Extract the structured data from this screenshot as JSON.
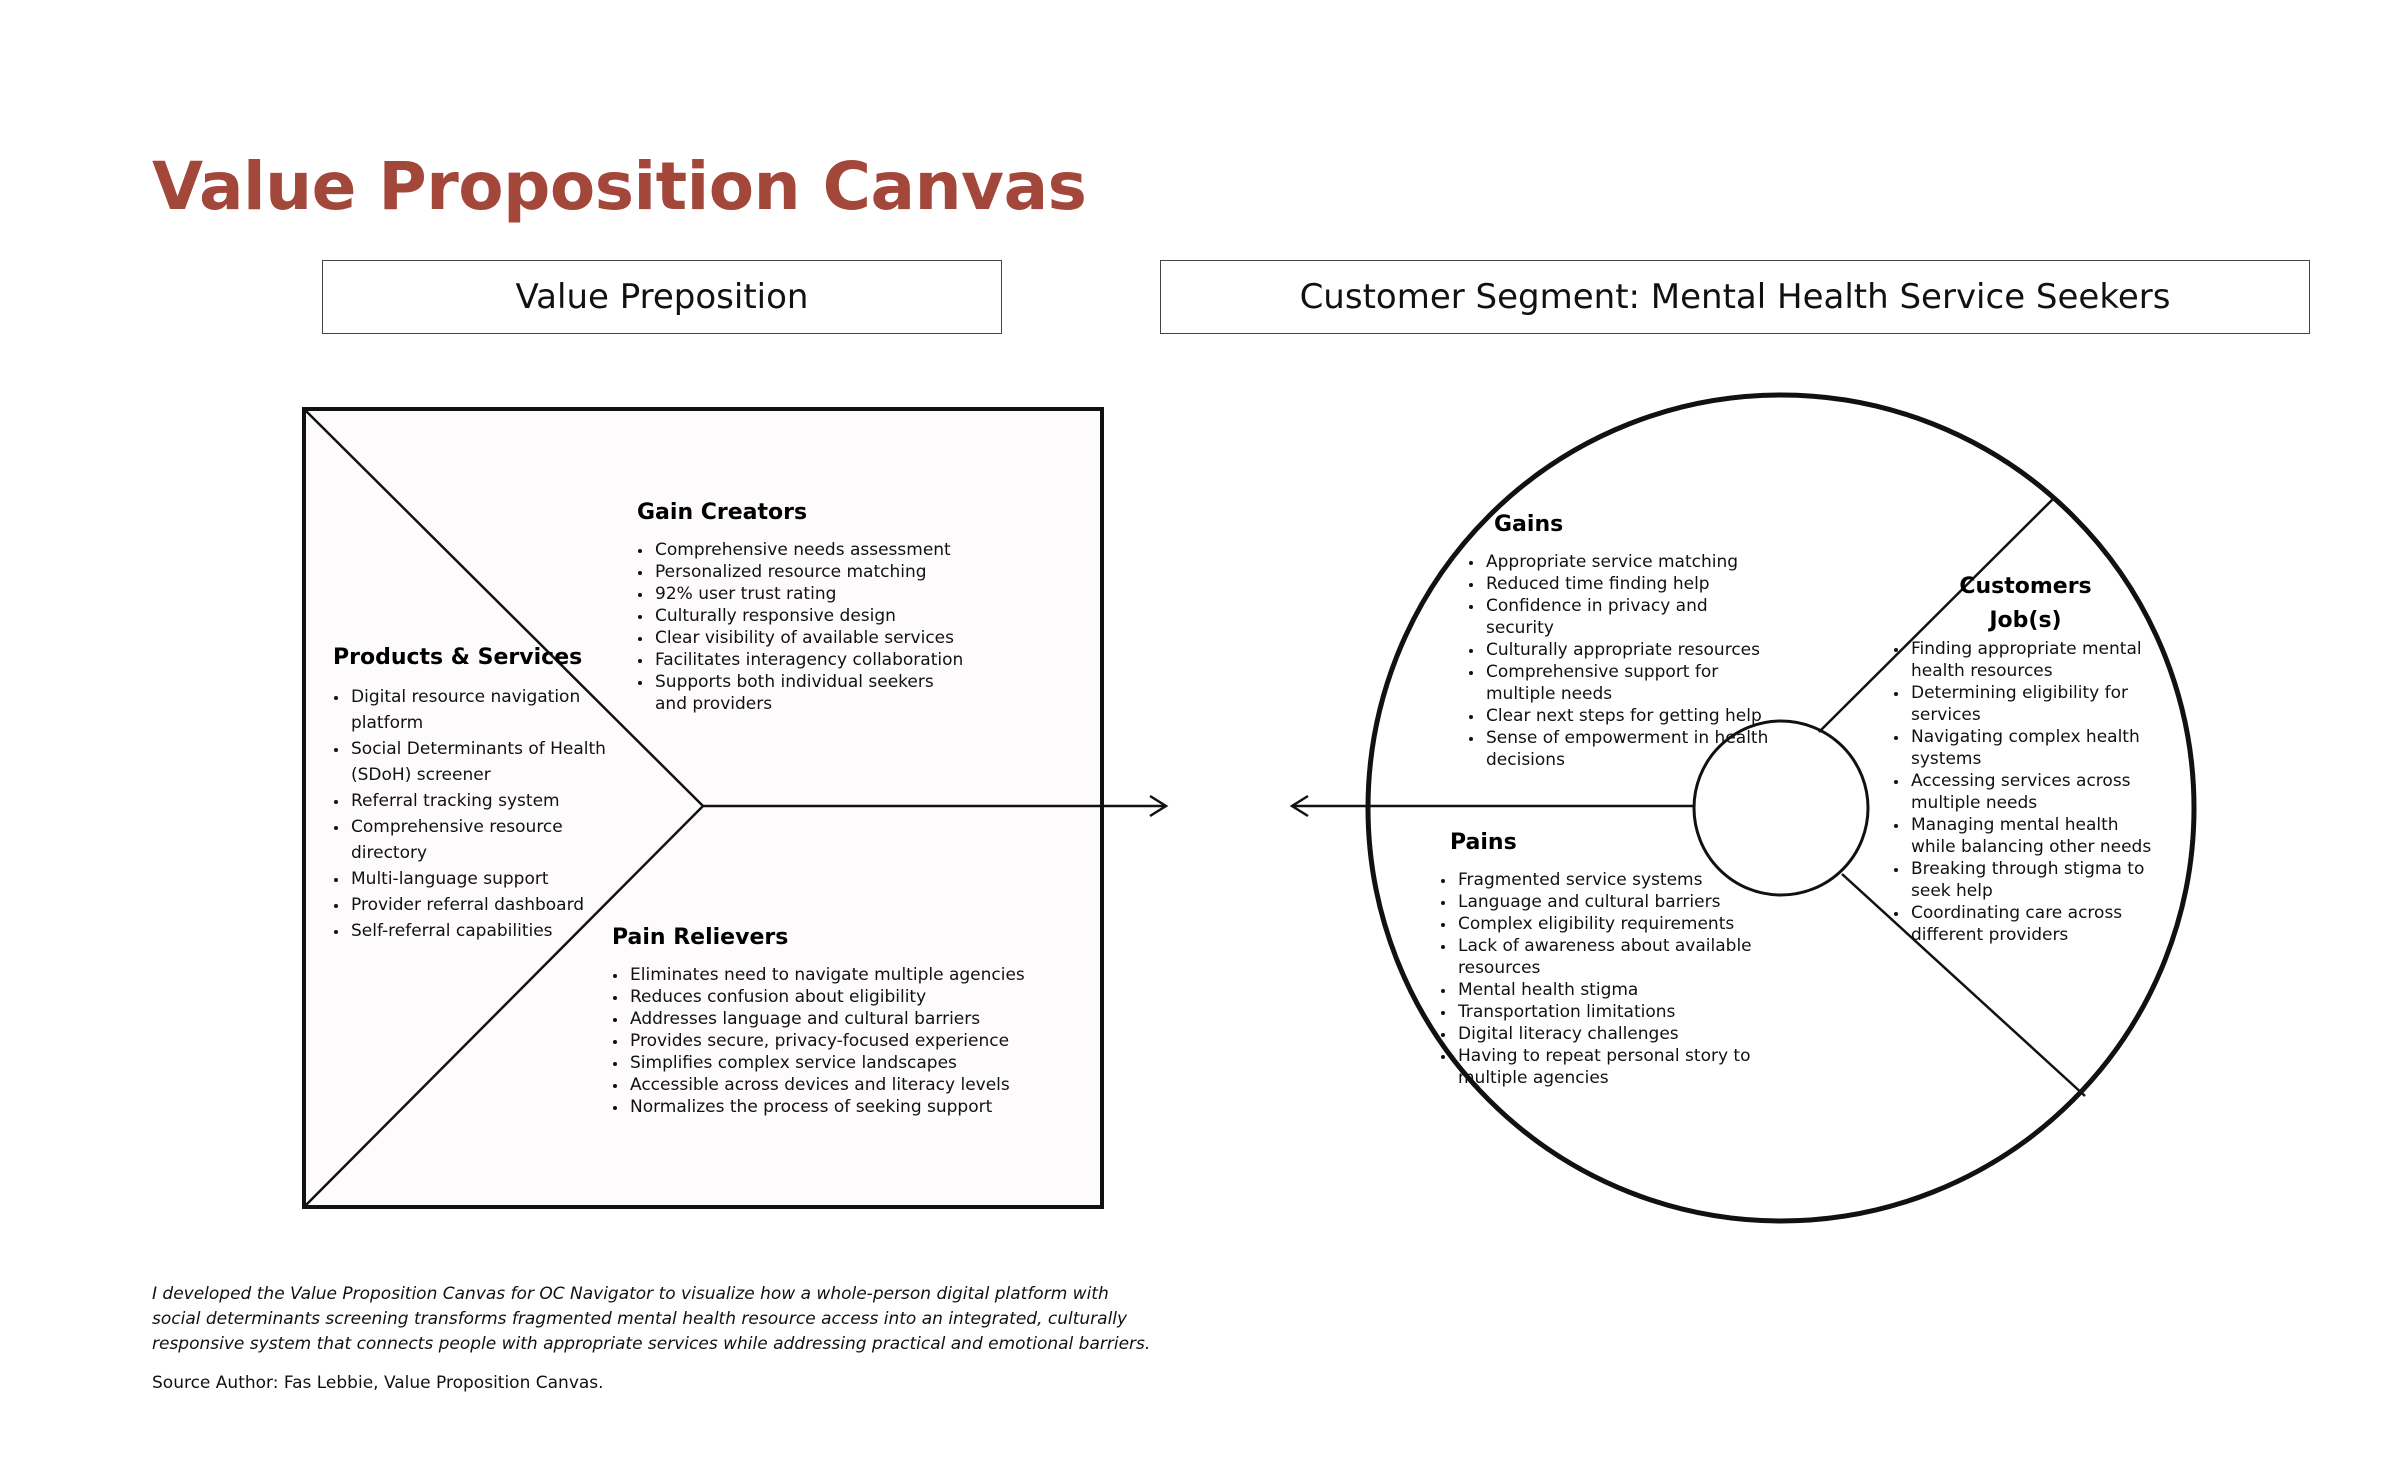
{
  "title": "Value Proposition Canvas",
  "headers": {
    "value_proposition": "Value Preposition",
    "customer_segment": "Customer Segment: Mental Health Service Seekers"
  },
  "gain_creators": {
    "title": "Gain Creators",
    "items": [
      "Comprehensive needs assessment",
      "Personalized resource matching",
      "92% user trust rating",
      "Culturally responsive design",
      "Clear visibility of available services",
      "Facilitates interagency collaboration",
      "Supports both individual seekers and providers"
    ]
  },
  "products_services": {
    "title": "Products & Services",
    "items": [
      "Digital resource navigation platform",
      "Social Determinants of Health (SDoH) screener",
      "Referral tracking system",
      "Comprehensive resource directory",
      "Multi-language support",
      "Provider referral dashboard",
      "Self-referral capabilities"
    ]
  },
  "pain_relievers": {
    "title": "Pain Relievers",
    "items": [
      "Eliminates need to navigate multiple agencies",
      "Reduces confusion about eligibility",
      "Addresses language and cultural barriers",
      "Provides secure, privacy-focused experience",
      "Simplifies complex service landscapes",
      "Accessible across devices and literacy levels",
      "Normalizes the process of seeking support"
    ]
  },
  "gains": {
    "title": "Gains",
    "items": [
      "Appropriate service matching",
      "Reduced time finding help",
      "Confidence in privacy and security",
      "Culturally appropriate resources",
      "Comprehensive support for multiple needs",
      "Clear next steps for getting help",
      "Sense of empowerment in health decisions"
    ]
  },
  "customer_jobs": {
    "title_line1": "Customers",
    "title_line2": "Job(s)",
    "items": [
      "Finding appropriate mental health resources",
      "Determining eligibility for services",
      "Navigating complex health systems",
      "Accessing services across multiple needs",
      "Managing mental health while balancing other needs",
      "Breaking through stigma to seek help",
      "Coordinating care across different providers"
    ]
  },
  "pains": {
    "title": "Pains",
    "items": [
      "Fragmented service systems",
      "Language and cultural barriers",
      "Complex eligibility requirements",
      "Lack of awareness about available resources",
      "Mental health stigma",
      "Transportation limitations",
      "Digital literacy challenges",
      "Having to repeat personal story to multiple agencies"
    ]
  },
  "caption": "I developed the Value Proposition Canvas for OC Navigator to visualize how a whole-person digital platform with social determinants screening transforms fragmented mental health resource access into an integrated, culturally responsive system that connects people with appropriate services while addressing practical and emotional barriers.",
  "source": "Source Author: Fas Lebbie, Value Proposition Canvas."
}
